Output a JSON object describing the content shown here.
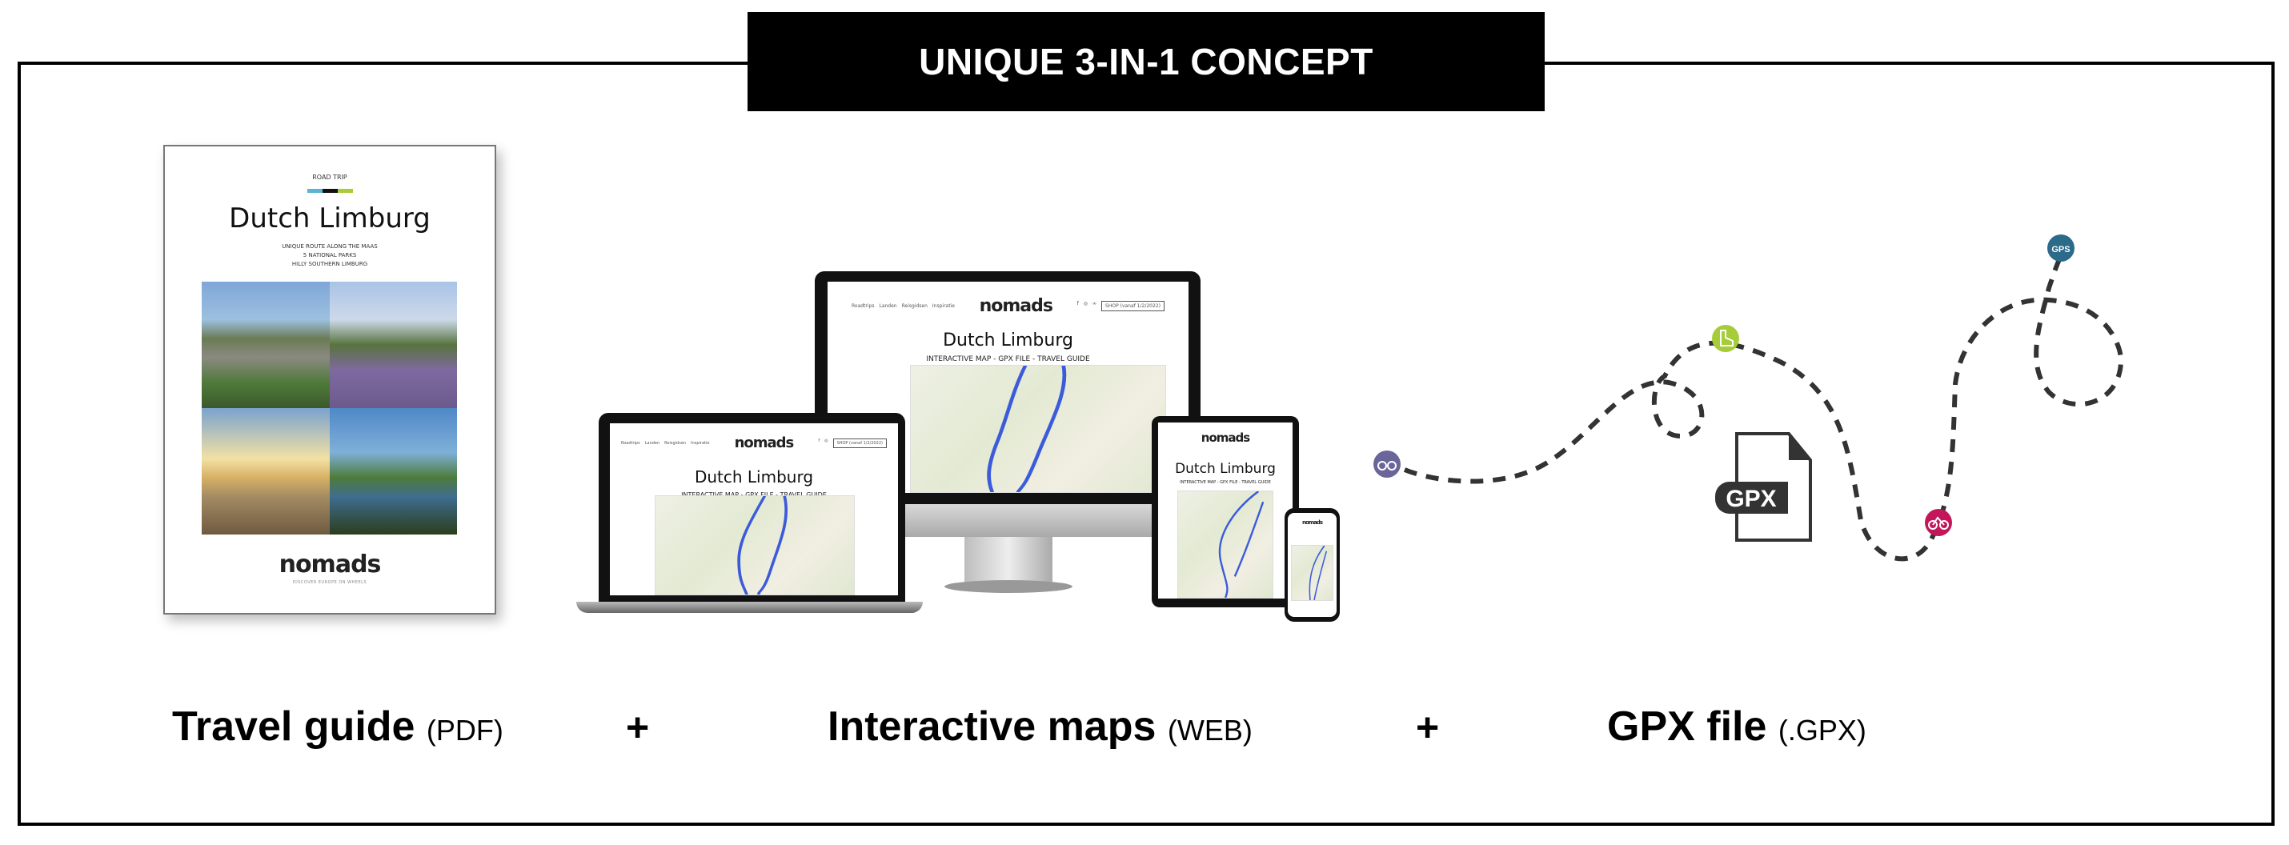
{
  "header": {
    "title": "UNIQUE 3-IN-1 CONCEPT"
  },
  "book": {
    "kicker": "ROAD TRIP",
    "title": "Dutch Limburg",
    "lines": [
      "UNIQUE ROUTE ALONG THE MAAS",
      "5 NATIONAL PARKS",
      "HILLY SOUTHERN LIMBURG"
    ],
    "logo": "nomads",
    "tagline": "DISCOVER EUROPE ON WHEELS",
    "stripe_colors": [
      "#5bb3d6",
      "#111111",
      "#a6cc3a"
    ]
  },
  "website": {
    "nav": [
      "Roadtrips",
      "Landen",
      "Reisgidsen",
      "Inspiratie"
    ],
    "logo": "nomads",
    "social": [
      "f",
      "◎",
      "∞"
    ],
    "shop_label": "SHOP (vanaf 1/2/2022)",
    "title": "Dutch Limburg",
    "subtitle": "INTERACTIVE MAP - GPX FILE - TRAVEL GUIDE",
    "route_color": "#3b5bdb"
  },
  "gpx": {
    "file_label": "GPX",
    "markers": [
      {
        "icon": "binoculars",
        "color": "#6b6699"
      },
      {
        "icon": "hiking-boot",
        "color": "#a6cc3a"
      },
      {
        "icon": "bicycle",
        "color": "#c2185b"
      },
      {
        "icon": "gps",
        "label": "GPS",
        "color": "#2c6a8a"
      }
    ]
  },
  "captions": {
    "guide": {
      "main": "Travel guide",
      "sub": "(PDF)"
    },
    "plus1": "+",
    "maps": {
      "main": "Interactive maps",
      "sub": "(WEB)"
    },
    "plus2": "+",
    "gpx": {
      "main": "GPX file",
      "sub": "(.GPX)"
    }
  }
}
